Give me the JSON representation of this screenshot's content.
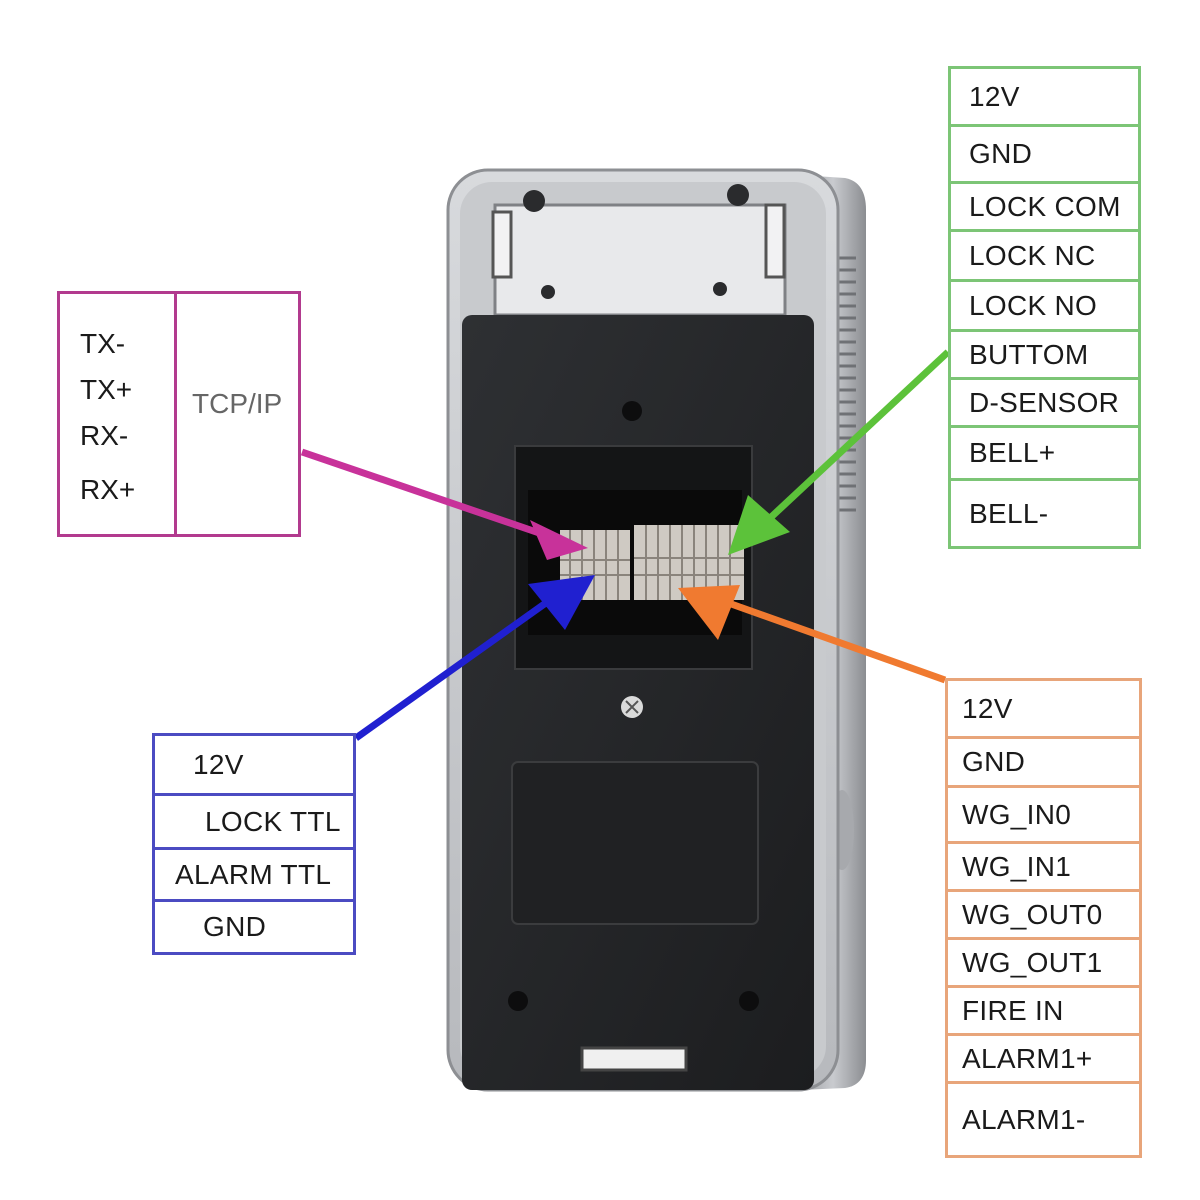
{
  "network_box": {
    "signals": [
      "TX-",
      "TX+",
      "RX-",
      "RX+"
    ],
    "group_label": "TCP/IP"
  },
  "green_box": {
    "pins": [
      "12V",
      "GND",
      "LOCK COM",
      "LOCK NC",
      "LOCK NO",
      "BUTTOM",
      "D-SENSOR",
      "BELL+",
      "BELL-"
    ]
  },
  "orange_box": {
    "pins": [
      "12V",
      "GND",
      "WG_IN0",
      "WG_IN1",
      "WG_OUT0",
      "WG_OUT1",
      "FIRE IN",
      "ALARM1+",
      "ALARM1-"
    ]
  },
  "blue_box": {
    "pins": [
      "12V",
      "LOCK TTL",
      "ALARM TTL",
      "GND"
    ]
  },
  "colors": {
    "network": "#b23a8e",
    "green": "#7cc576",
    "orange": "#e8a57a",
    "blue": "#4b4bc2",
    "arrow_magenta": "#c8329a",
    "arrow_green": "#5cc23a",
    "arrow_blue": "#2020d0",
    "arrow_orange": "#f07a30"
  }
}
